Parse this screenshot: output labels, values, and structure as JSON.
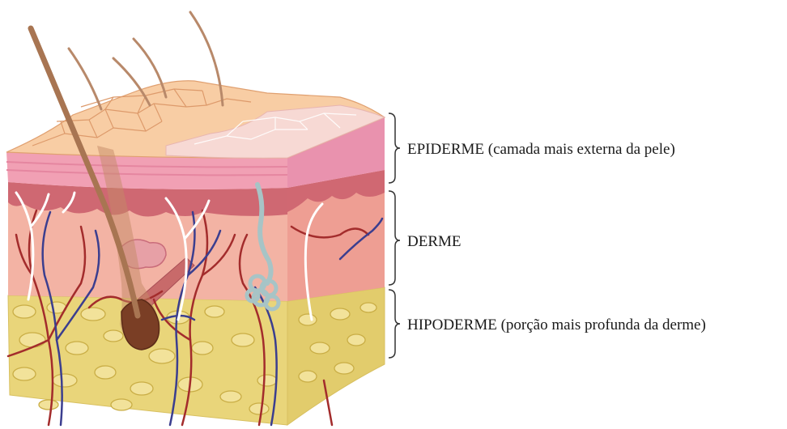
{
  "labels": {
    "epiderme": "EPIDERME (camada mais externa da pele)",
    "derme": "DERME",
    "hipoderme": "HIPODERME (porção mais profunda da derme)"
  },
  "colors": {
    "background": "#ffffff",
    "epidermis_top": "#f8cda4",
    "epidermis_side": "#f1a0b4",
    "dermis": "#f3b3a4",
    "dermis_side": "#ee9e93",
    "hypodermis": "#e9d57a",
    "fat_cells": "#f2e29a",
    "artery": "#a32c2c",
    "vein": "#3b3e8f",
    "nerve": "#ffffff",
    "hair": "#a87552",
    "sweat_gland": "#a7c4c6",
    "bracket": "#333333"
  }
}
